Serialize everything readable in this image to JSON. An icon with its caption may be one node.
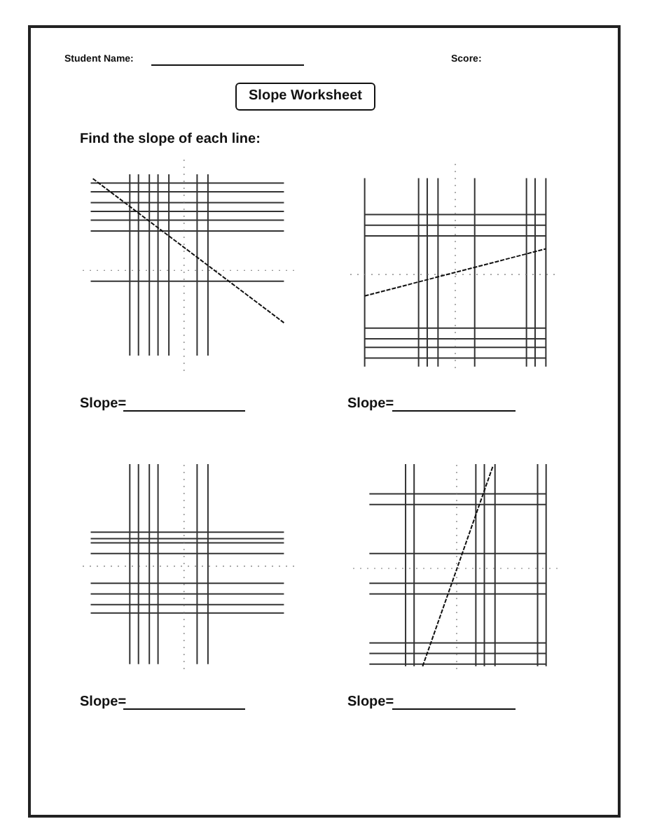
{
  "diagram": {
    "title": "Slope Worksheet",
    "labels": [
      "Student Name:",
      "Score:",
      "Find the slope of each line:",
      "Slope=",
      "Slope=",
      "Slope=",
      "Slope="
    ]
  }
}
